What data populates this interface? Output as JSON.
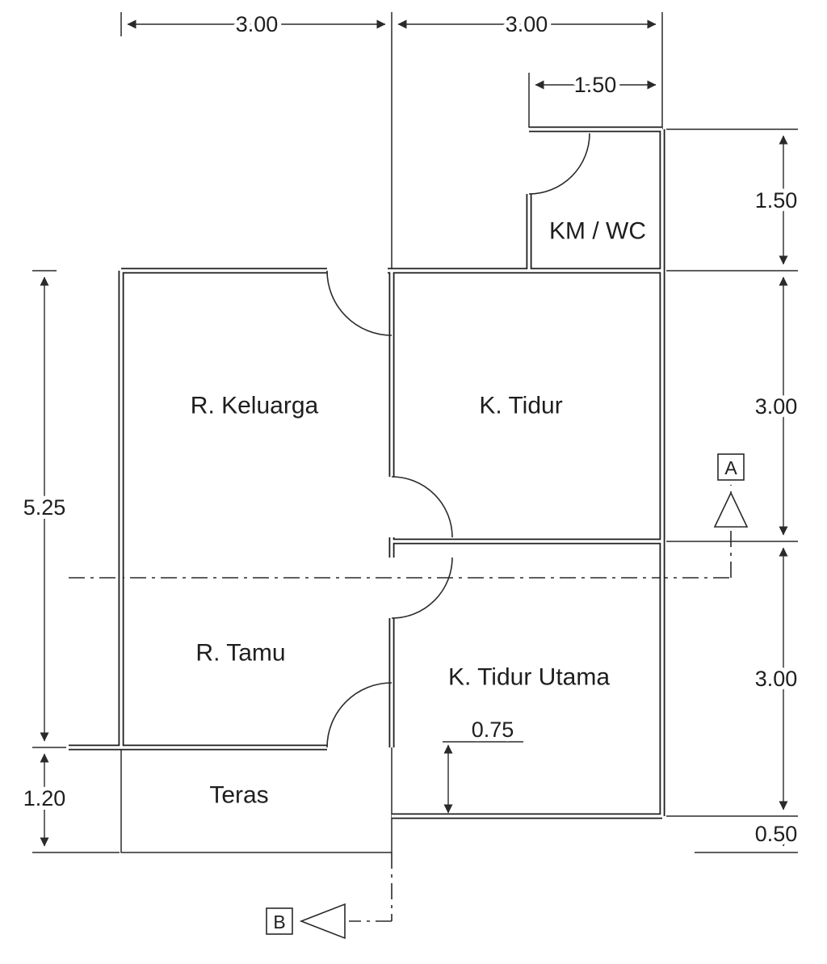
{
  "drawing": {
    "title": "house-floor-plan",
    "rooms": {
      "keluarga": "R. Keluarga",
      "tidur": "K. Tidur",
      "kmwc": "KM / WC",
      "tamu": "R. Tamu",
      "tidur_utama": "K. Tidur Utama",
      "teras": "Teras"
    },
    "dimensions": {
      "top_left": "3.00",
      "top_right": "3.00",
      "kmwc_width": "1.50",
      "right_kmwc": "1.50",
      "right_tidur": "3.00",
      "right_utama": "3.00",
      "right_bottom": "0.50",
      "left_main": "5.25",
      "left_teras": "1.20",
      "teras_offset": "0.75"
    },
    "sections": {
      "a": "A",
      "b": "B"
    },
    "colors": {
      "line": "#1e1e1e",
      "background": "#ffffff"
    }
  }
}
